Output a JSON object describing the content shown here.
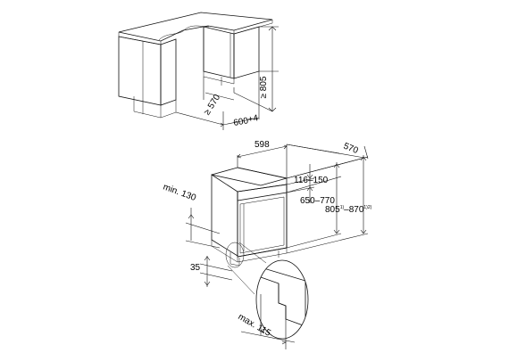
{
  "diagram": {
    "top_niche": {
      "dims": {
        "width_label": "600",
        "width_tol": "+4",
        "depth_label": "≥ 570",
        "height_label": "≥ 805"
      }
    },
    "appliance": {
      "dims": {
        "width_label": "598",
        "depth_label": "570",
        "panel_label": "116–150",
        "body_height_label": "650–770",
        "total_height_main": "805",
        "total_height_sup1": "1)",
        "total_height_mid": "–870",
        "total_height_sup2": "1)2)",
        "min_label": "min. 130",
        "foot_label": "35",
        "max_label": "max. 115"
      }
    },
    "colors": {
      "line": "#111111",
      "counter_top": "#d4d4d4",
      "panel": "#eaeaea",
      "front_panel": "#c9c9c9",
      "background": "#ffffff"
    }
  }
}
